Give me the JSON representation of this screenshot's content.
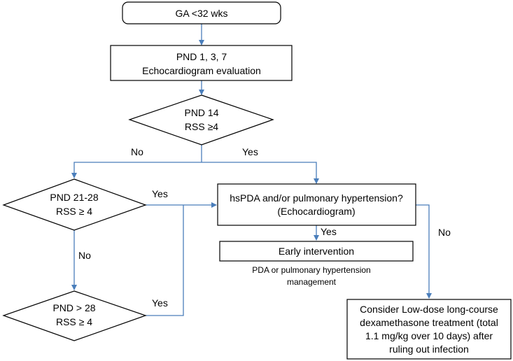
{
  "nodes": {
    "start": {
      "lines": [
        "GA <32 wks"
      ]
    },
    "echo": {
      "lines": [
        "PND 1, 3, 7",
        "Echocardiogram evaluation"
      ]
    },
    "pnd14": {
      "lines": [
        "PND 14",
        "RSS ≥4"
      ]
    },
    "pnd21": {
      "lines": [
        "PND 21-28",
        "RSS ≥ 4"
      ]
    },
    "pnd28": {
      "lines": [
        "PND > 28",
        "RSS ≥ 4"
      ]
    },
    "hspda": {
      "lines": [
        "hsPDA and/or pulmonary hypertension?",
        "(Echocardiogram)"
      ]
    },
    "early": {
      "lines": [
        "Early intervention"
      ]
    },
    "dexa": {
      "lines": [
        "Consider Low-dose long-course",
        "dexamethasone treatment (total",
        "1.1 mg/kg over 10 days) after",
        "ruling out infection"
      ]
    }
  },
  "edge_labels": {
    "pnd14_no": "No",
    "pnd14_yes": "Yes",
    "pnd21_yes": "Yes",
    "pnd21_no": "No",
    "pnd28_yes": "Yes",
    "hspda_yes": "Yes",
    "hspda_no": "No"
  },
  "note": {
    "lines": [
      "PDA or pulmonary hypertension",
      "management"
    ]
  },
  "colors": {
    "connector": "#4a7ebb",
    "box_border": "#000000"
  }
}
